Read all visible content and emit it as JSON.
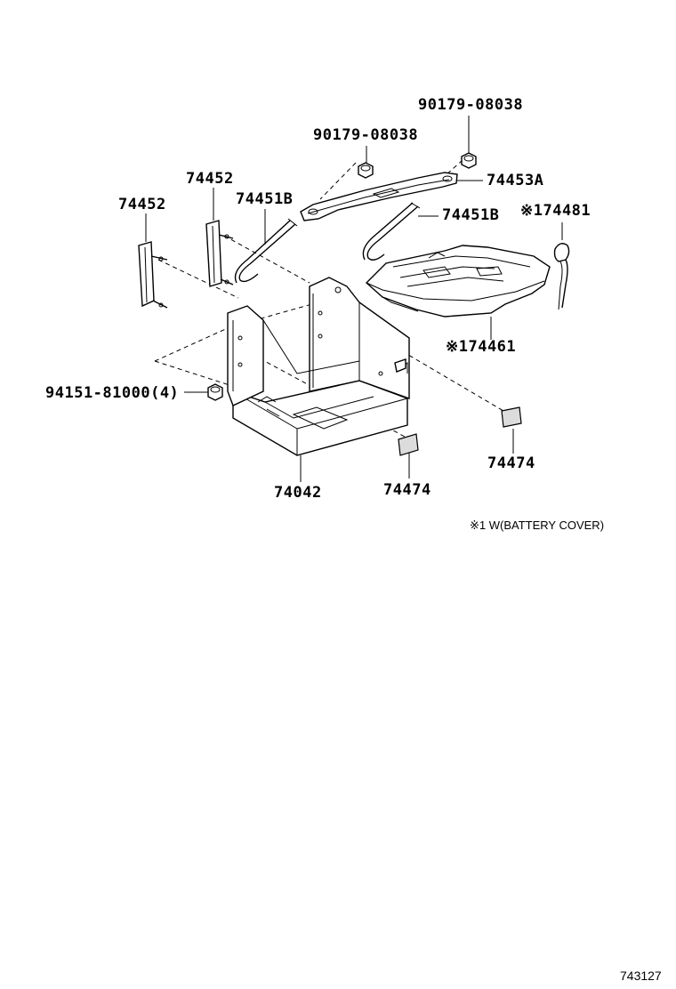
{
  "diagram": {
    "parts": [
      {
        "id": "p1",
        "number": "90179-08038",
        "name": "nut-right"
      },
      {
        "id": "p2",
        "number": "90179-08038",
        "name": "nut-left"
      },
      {
        "id": "p3",
        "number": "74453A",
        "name": "battery-clamp"
      },
      {
        "id": "p4",
        "number": "74452",
        "name": "bracket-left"
      },
      {
        "id": "p5",
        "number": "74452",
        "name": "bracket-middle"
      },
      {
        "id": "p6",
        "number": "74451B",
        "name": "hook-bolt-left"
      },
      {
        "id": "p7",
        "number": "74451B",
        "name": "hook-bolt-right"
      },
      {
        "id": "p8",
        "number": "※174481",
        "name": "clip"
      },
      {
        "id": "p9",
        "number": "※174461",
        "name": "battery-cover"
      },
      {
        "id": "p10",
        "number": "94151-81000(4)",
        "name": "flange-nut"
      },
      {
        "id": "p11",
        "number": "74474",
        "name": "pad-right"
      },
      {
        "id": "p12",
        "number": "74474",
        "name": "pad-middle"
      },
      {
        "id": "p13",
        "number": "74042",
        "name": "battery-carrier"
      }
    ],
    "footnote": "※1 W(BATTERY COVER)",
    "drawing_ref": "743127"
  }
}
